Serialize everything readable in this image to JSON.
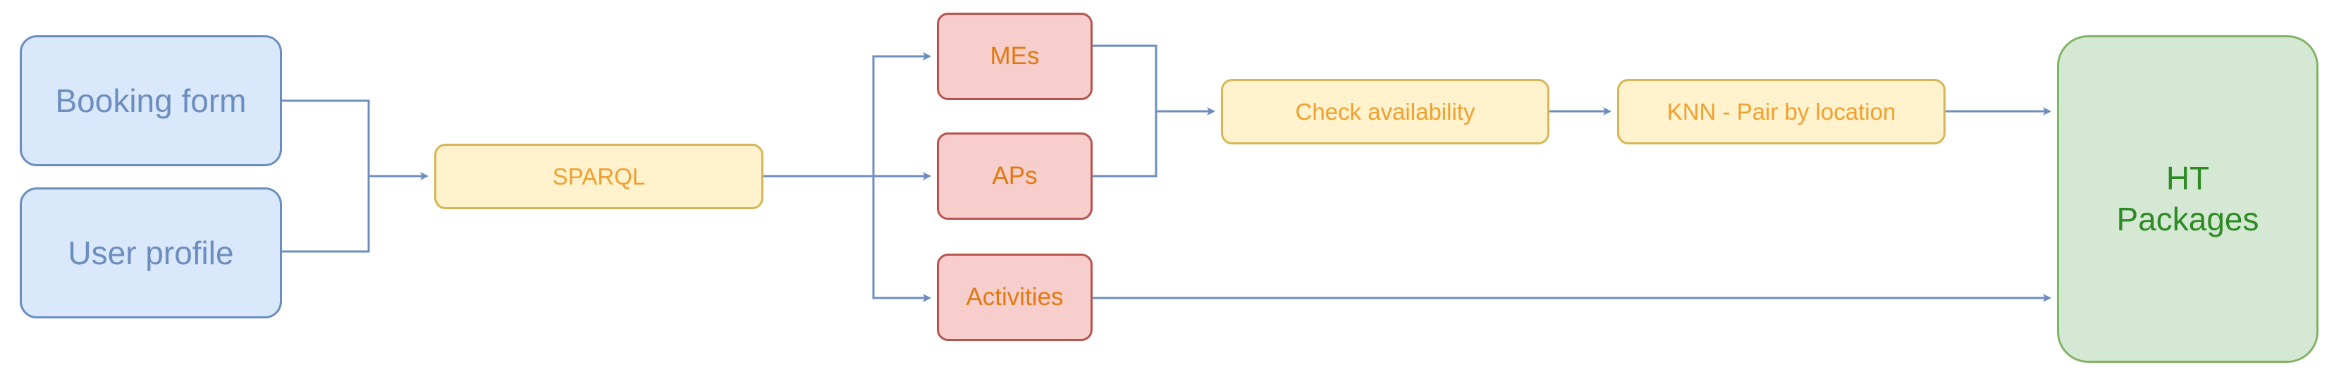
{
  "diagram": {
    "nodes": {
      "booking_form": "Booking form",
      "user_profile": "User profile",
      "sparql": "SPARQL",
      "mes": "MEs",
      "aps": "APs",
      "activities": "Activities",
      "check_availability": "Check availability",
      "knn": "KNN - Pair by location",
      "ht_packages": "HT\nPackages"
    },
    "edges": [
      {
        "from": "booking_form",
        "to": "sparql"
      },
      {
        "from": "user_profile",
        "to": "sparql"
      },
      {
        "from": "sparql",
        "to": "mes"
      },
      {
        "from": "sparql",
        "to": "aps"
      },
      {
        "from": "sparql",
        "to": "activities"
      },
      {
        "from": "mes",
        "to": "check_availability"
      },
      {
        "from": "aps",
        "to": "check_availability"
      },
      {
        "from": "check_availability",
        "to": "knn"
      },
      {
        "from": "knn",
        "to": "ht_packages"
      },
      {
        "from": "activities",
        "to": "ht_packages"
      }
    ],
    "colors": {
      "edge": "#6c8ebf",
      "input_fill": "#dae8fc",
      "process_fill": "#fff2cc",
      "source_fill": "#f8cecc",
      "output_fill": "#d5e8d4"
    }
  }
}
